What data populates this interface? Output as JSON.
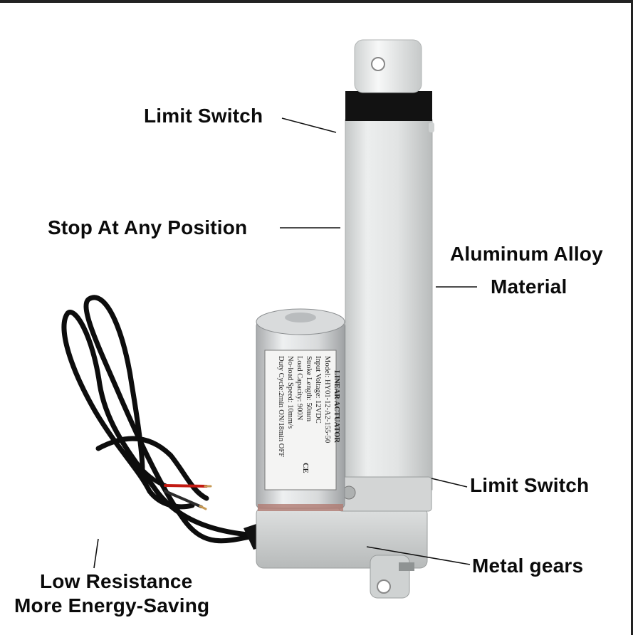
{
  "labels": {
    "limit_switch_top": "Limit Switch",
    "stop_any_position": "Stop At Any Position",
    "aluminum_alloy": "Aluminum Alloy",
    "material": "Material",
    "limit_switch_bottom": "Limit Switch",
    "metal_gears": "Metal gears",
    "low_resistance": "Low Resistance",
    "more_energy_saving": "More Energy-Saving"
  },
  "motor_label": {
    "title": "LINEAR ACTUATOR",
    "model": "Model: HY01-12-A2-155-50",
    "input_voltage": "Input Voltage:     12VDC",
    "stroke_length": "Stroke Length:      50mm",
    "load_capacity": "Load Capacity:      900N",
    "noload_speed": "No-load Speed: 10mm/s",
    "duty_cycle": "Duty Cycle:2min ON/18min OFF",
    "ce_mark": "CE"
  },
  "colors": {
    "tube": "#e4e6e6",
    "tube_shade": "#c9cbcb",
    "black_band": "#121212",
    "cable": "#0d0d0d",
    "wire_red": "#c21a12",
    "motor_silver": "#d6d7d8",
    "text": "#0b0b0b"
  }
}
